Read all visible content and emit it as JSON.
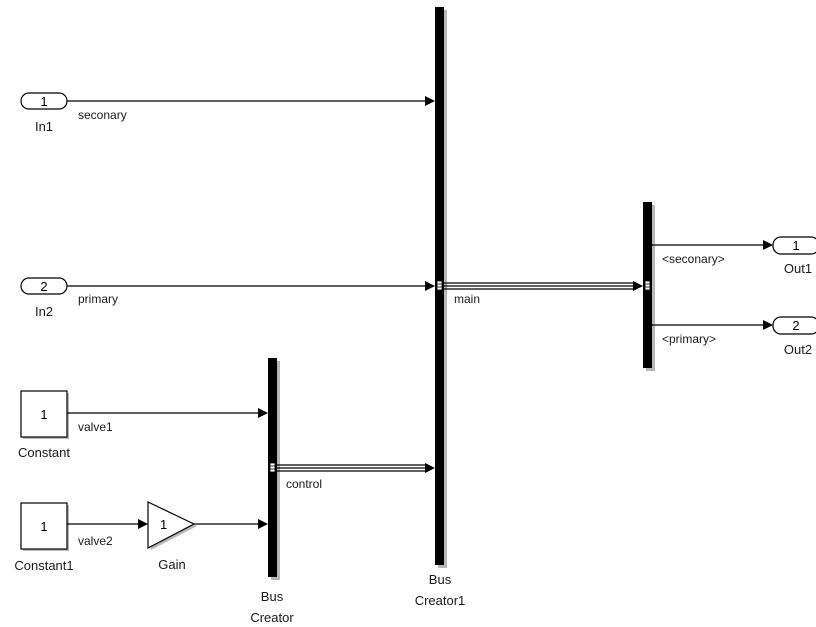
{
  "blocks": {
    "in1": {
      "number": "1",
      "label": "In1"
    },
    "in2": {
      "number": "2",
      "label": "In2"
    },
    "constant": {
      "value": "1",
      "label": "Constant"
    },
    "constant1": {
      "value": "1",
      "label": "Constant1"
    },
    "gain": {
      "value": "1",
      "label": "Gain"
    },
    "bus_creator": {
      "label_line1": "Bus",
      "label_line2": "Creator"
    },
    "bus_creator1": {
      "label_line1": "Bus",
      "label_line2": "Creator1"
    },
    "out1": {
      "number": "1",
      "label": "Out1"
    },
    "out2": {
      "number": "2",
      "label": "Out2"
    }
  },
  "signals": {
    "seconary": "seconary",
    "primary": "primary",
    "valve1": "valve1",
    "valve2": "valve2",
    "control": "control",
    "main": "main",
    "sel_seconary": "<seconary>",
    "sel_primary": "<primary>"
  }
}
